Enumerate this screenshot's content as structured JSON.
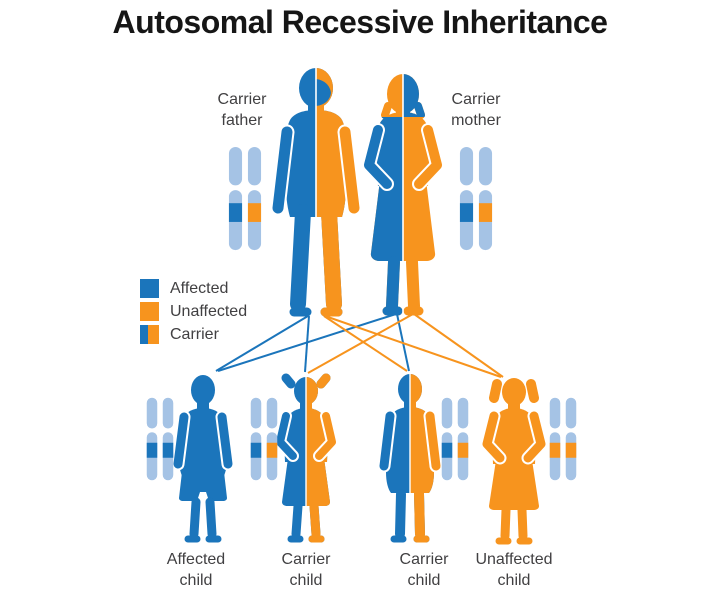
{
  "title": "Autosomal Recessive Inheritance",
  "legend": {
    "items": [
      {
        "label": "Affected",
        "colors": [
          "#1B75BB"
        ]
      },
      {
        "label": "Unaffected",
        "colors": [
          "#F7941E"
        ]
      },
      {
        "label": "Carrier",
        "colors": [
          "#1B75BB",
          "#F7941E"
        ]
      }
    ]
  },
  "parents": [
    {
      "id": "father",
      "label_lines": [
        "Carrier",
        "father"
      ],
      "status": "carrier",
      "figure": "adult-male-half-blue-half-orange",
      "chromosome_band_colors": [
        "#1B75BB",
        "#F7941E"
      ]
    },
    {
      "id": "mother",
      "label_lines": [
        "Carrier",
        "mother"
      ],
      "status": "carrier",
      "figure": "adult-female-half-blue-half-orange",
      "chromosome_band_colors": [
        "#1B75BB",
        "#F7941E"
      ]
    }
  ],
  "children": [
    {
      "id": "child-1",
      "label_lines": [
        "Affected",
        "child"
      ],
      "status": "affected",
      "figure": "boy-all-blue",
      "chromosome_band_colors": [
        "#1B75BB",
        "#1B75BB"
      ]
    },
    {
      "id": "child-2",
      "label_lines": [
        "Carrier",
        "child"
      ],
      "status": "carrier",
      "figure": "girl-half-blue-half-orange",
      "chromosome_band_colors": [
        "#1B75BB",
        "#F7941E"
      ]
    },
    {
      "id": "child-3",
      "label_lines": [
        "Carrier",
        "child"
      ],
      "status": "carrier",
      "figure": "boy-half-blue-half-orange",
      "chromosome_band_colors": [
        "#1B75BB",
        "#F7941E"
      ]
    },
    {
      "id": "child-4",
      "label_lines": [
        "Unaffected",
        "child"
      ],
      "status": "unaffected",
      "figure": "girl-all-orange",
      "chromosome_band_colors": [
        "#F7941E",
        "#F7941E"
      ]
    }
  ],
  "transmission_lines": [
    {
      "from": "father",
      "allele": "affected",
      "color": "#1B75BB",
      "to": "child-1"
    },
    {
      "from": "father",
      "allele": "affected",
      "color": "#1B75BB",
      "to": "child-2"
    },
    {
      "from": "mother",
      "allele": "affected",
      "color": "#1B75BB",
      "to": "child-1"
    },
    {
      "from": "mother",
      "allele": "affected",
      "color": "#1B75BB",
      "to": "child-3"
    },
    {
      "from": "father",
      "allele": "unaffected",
      "color": "#F7941E",
      "to": "child-3"
    },
    {
      "from": "father",
      "allele": "unaffected",
      "color": "#F7941E",
      "to": "child-4"
    },
    {
      "from": "mother",
      "allele": "unaffected",
      "color": "#F7941E",
      "to": "child-2"
    },
    {
      "from": "mother",
      "allele": "unaffected",
      "color": "#F7941E",
      "to": "child-4"
    }
  ],
  "colors": {
    "affected_blue": "#1B75BB",
    "unaffected_orange": "#F7941E",
    "chromosome_body": "#A5C3E5",
    "label_text": "#414042",
    "title_text": "#161616",
    "background": "#FFFFFF"
  }
}
